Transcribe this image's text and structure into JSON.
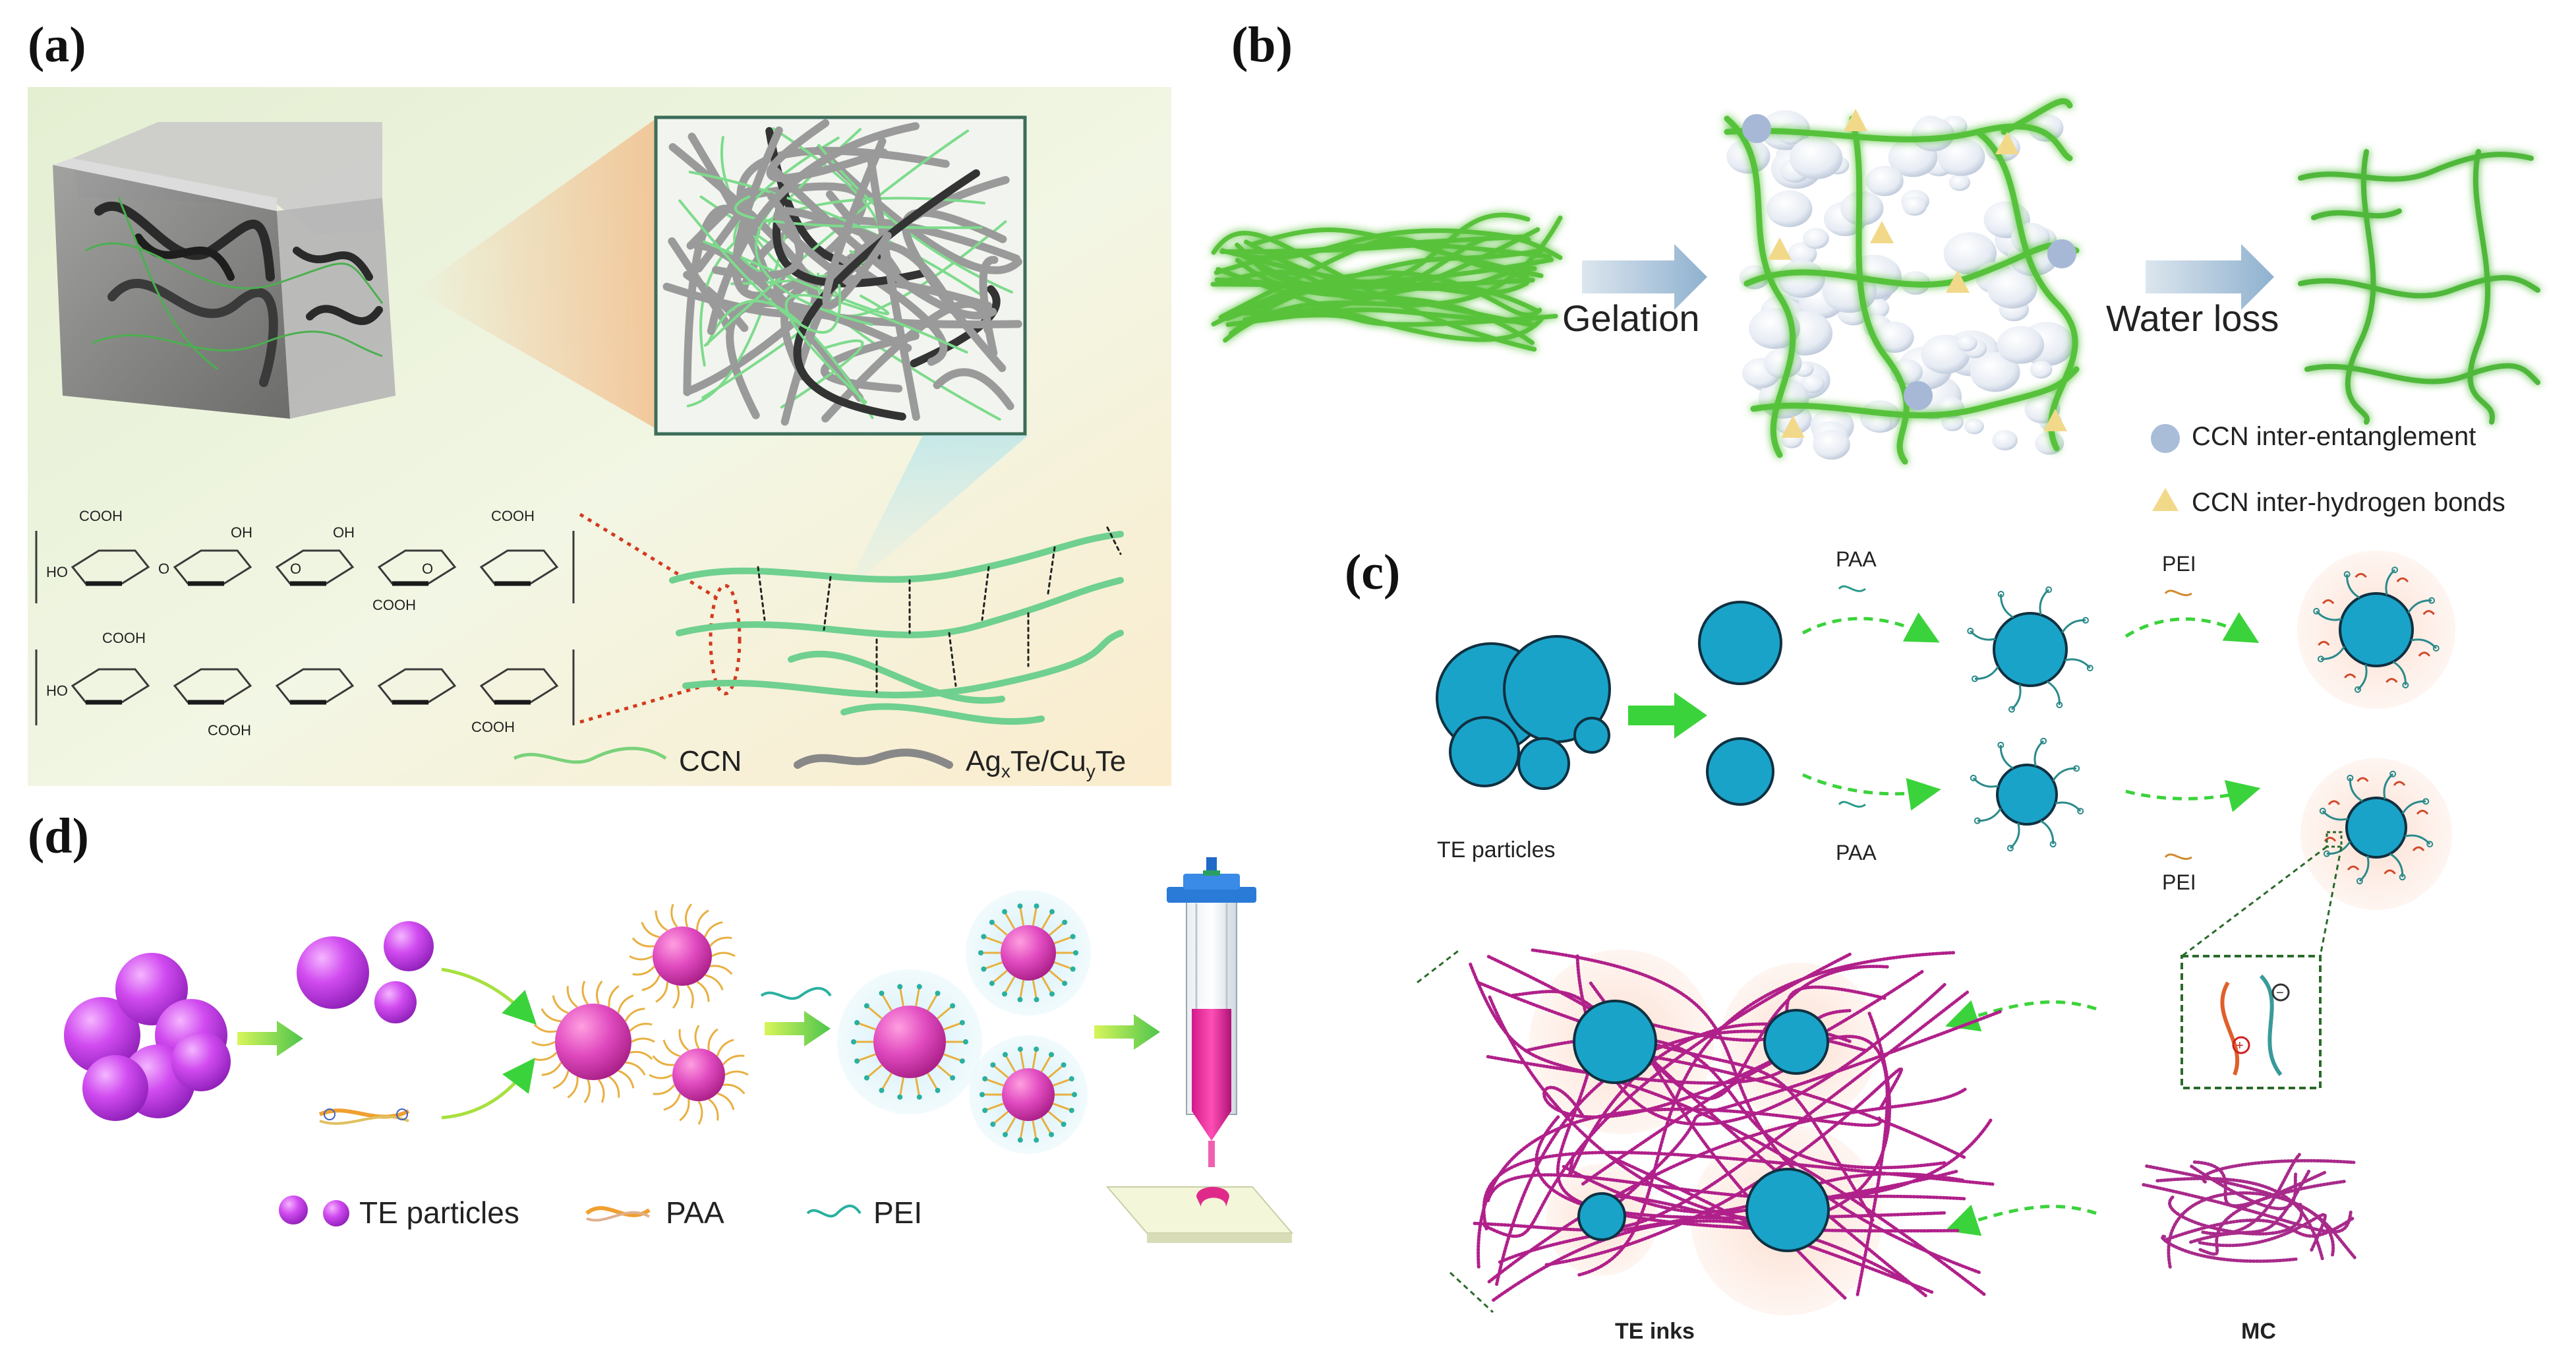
{
  "panels": {
    "a": {
      "letter": "(a)",
      "legend_ccn": "CCN",
      "legend_ag_parts": [
        "Ag",
        "x",
        "Te/Cu",
        "y",
        "Te"
      ],
      "chem_group": "COOH",
      "chem_oh": "OH",
      "chem_ho": "HO",
      "chem_o": "O"
    },
    "b": {
      "letter": "(b)",
      "step1": "Gelation",
      "step2": "Water loss",
      "legend_entanglement": "CCN inter-entanglement",
      "legend_hbonds": "CCN inter-hydrogen bonds"
    },
    "c": {
      "letter": "(c)",
      "paa": "PAA",
      "pei": "PEI",
      "te_particles": "TE particles",
      "te_inks": "TE inks",
      "mc": "MC"
    },
    "d": {
      "letter": "(d)",
      "legend_te": "TE particles",
      "legend_paa": "PAA",
      "legend_pei": "PEI"
    }
  },
  "colors": {
    "ccn_green": "#5cc55c",
    "agte_gray": "#8a8a8a",
    "te_blue": "#1aa3c9",
    "ink_magenta": "#b0208a",
    "particle_purple": "#c63de6",
    "arrow_green": "#3bd33b",
    "bond_yellow": "#f2d98a",
    "entangle_blue": "#a9bdd9"
  }
}
